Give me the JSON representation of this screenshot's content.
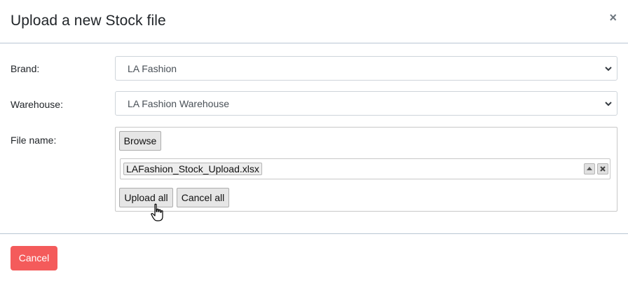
{
  "modal": {
    "title": "Upload a new Stock file",
    "close_glyph": "×"
  },
  "form": {
    "brand_label": "Brand:",
    "brand_value": "LA Fashion",
    "warehouse_label": "Warehouse:",
    "warehouse_value": "LA Fashion Warehouse",
    "file_label": "File name:"
  },
  "uploader": {
    "browse_label": "Browse",
    "file_name": "LAFashion_Stock_Upload.xlsx",
    "upload_all_label": "Upload all",
    "cancel_all_label": "Cancel all"
  },
  "footer": {
    "cancel_label": "Cancel"
  },
  "colors": {
    "cancel_button": "#f45b5b",
    "divider": "#b9c6d3"
  },
  "icons": [
    "close-icon",
    "chevron-down-icon",
    "move-up-icon",
    "remove-icon",
    "hand-cursor-icon"
  ]
}
